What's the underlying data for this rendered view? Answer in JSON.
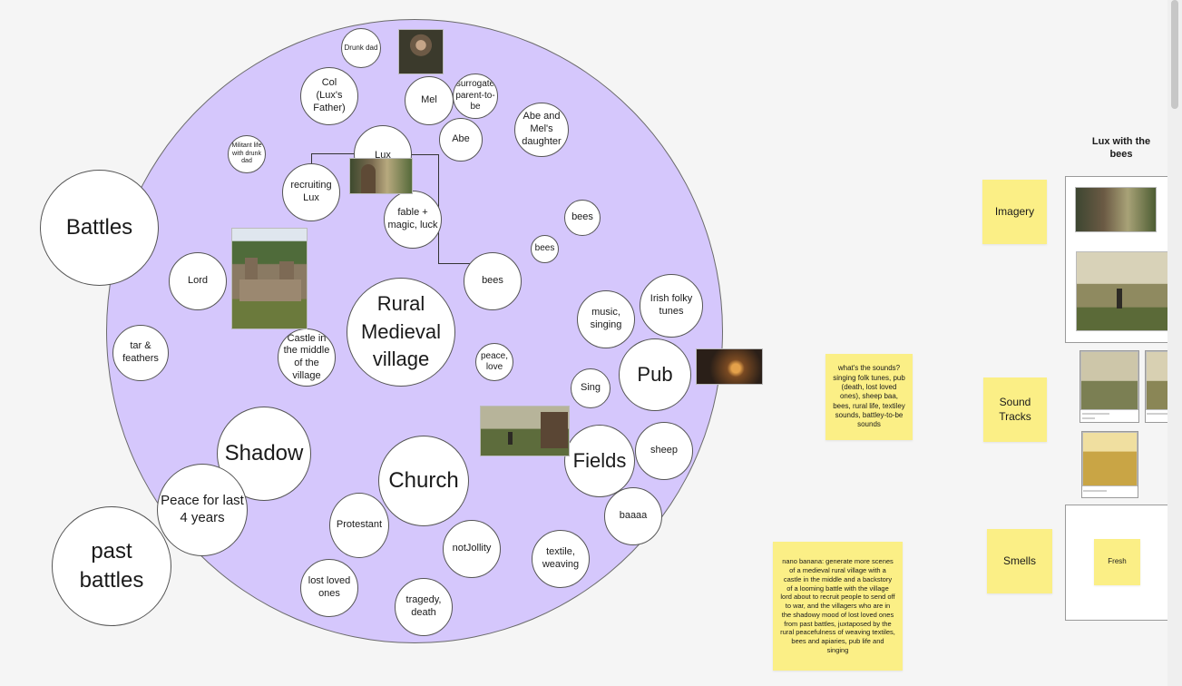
{
  "board": {
    "center": "Rural Medieval village",
    "outside_bubbles": {
      "battles": "Battles",
      "past_battles": "past battles"
    },
    "bubbles": {
      "drunk_dad": "Drunk dad",
      "col": "Col (Lux's Father)",
      "mel": "Mel",
      "surrogate": "surrogate parent-to-be",
      "abe": "Abe",
      "abe_mel_daughter": "Abe and Mel's daughter",
      "militant": "Militant life with drunk dad",
      "lux": "Lux",
      "recruiting": "recruiting Lux",
      "fable": "fable + magic, luck",
      "bees1": "bees",
      "bees2": "bees",
      "bees3": "bees",
      "lord": "Lord",
      "tar": "tar & feathers",
      "castle": "Castle in the middle of the village",
      "music": "music, singing",
      "irish": "Irish folky tunes",
      "peace": "peace, love",
      "pub": "Pub",
      "sing": "Sing",
      "shadow": "Shadow",
      "peace4": "Peace for last 4 years",
      "church": "Church",
      "fields": "Fields",
      "sheep": "sheep",
      "baaaa": "baaaa",
      "protestant": "Protestant",
      "notjollity": "notJollity",
      "textile": "textile, weaving",
      "lost": "lost loved ones",
      "tragedy": "tragedy, death"
    }
  },
  "notes": {
    "sounds_question": "what's the sounds? singing folk tunes, pub (death, lost loved ones), sheep baa, bees, rural life, textiley sounds, battley-to-be sounds",
    "nano_banana": "nano banana: generate more scenes of a medieval rural village with a castle in the middle and a backstory of a looming battle with the village lord about to recruit people to send off to war, and the villagers who are in the shadowy mood of lost loved ones from past battles, juxtaposed by the rural peacefulness of weaving textiles, bees and apiaries, pub life and singing"
  },
  "side_panel": {
    "title": "Lux with the bees",
    "imagery": "Imagery",
    "sound_tracks": "Sound Tracks",
    "smells": "Smells",
    "fresh": "Fresh"
  },
  "colors": {
    "circle_fill": "#d5c7fc",
    "sticky": "#fbef86",
    "background": "#f5f5f5"
  }
}
